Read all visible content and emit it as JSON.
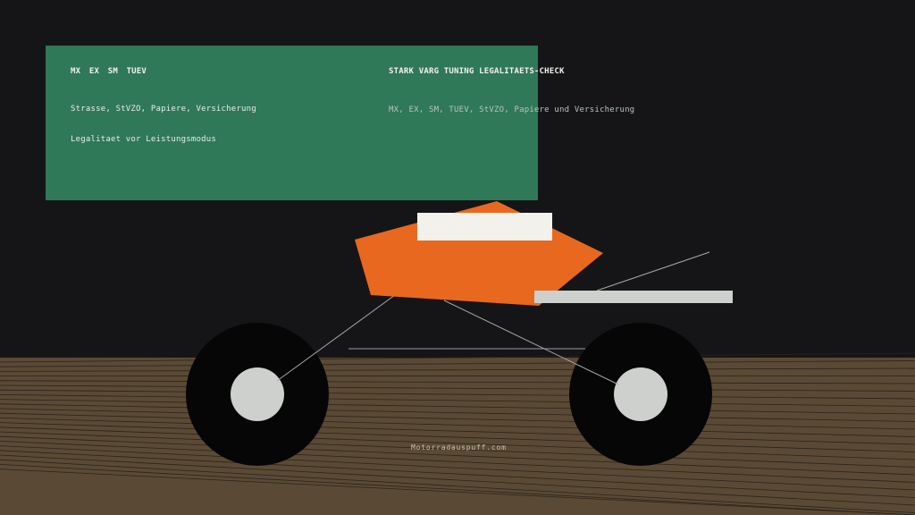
{
  "card": {
    "tags": "MX  EX  SM  TUEV",
    "topics": "Strasse, StVZO, Papiere, Versicherung",
    "priority": "Legalitaet vor Leistungsmodus"
  },
  "headline": {
    "title": "STARK VARG TUNING LEGALITAETS-CHECK",
    "subtitle": "MX, EX, SM, TUEV, StVZO, Papiere und Versicherung"
  },
  "footer": {
    "watermark": "Motorradauspuff.com"
  },
  "palette": {
    "sky": "#151517",
    "ground": "#5a4a35",
    "panel": "#2f7858",
    "bike_body": "#e86820",
    "tire": "#060606",
    "hub": "#cdd0cc"
  },
  "illustration": {
    "subject": "motorcycle-icon",
    "parts": [
      "front-wheel-icon",
      "rear-wheel-icon",
      "fuel-tank-icon",
      "seat-icon",
      "tail-bar-icon"
    ]
  }
}
